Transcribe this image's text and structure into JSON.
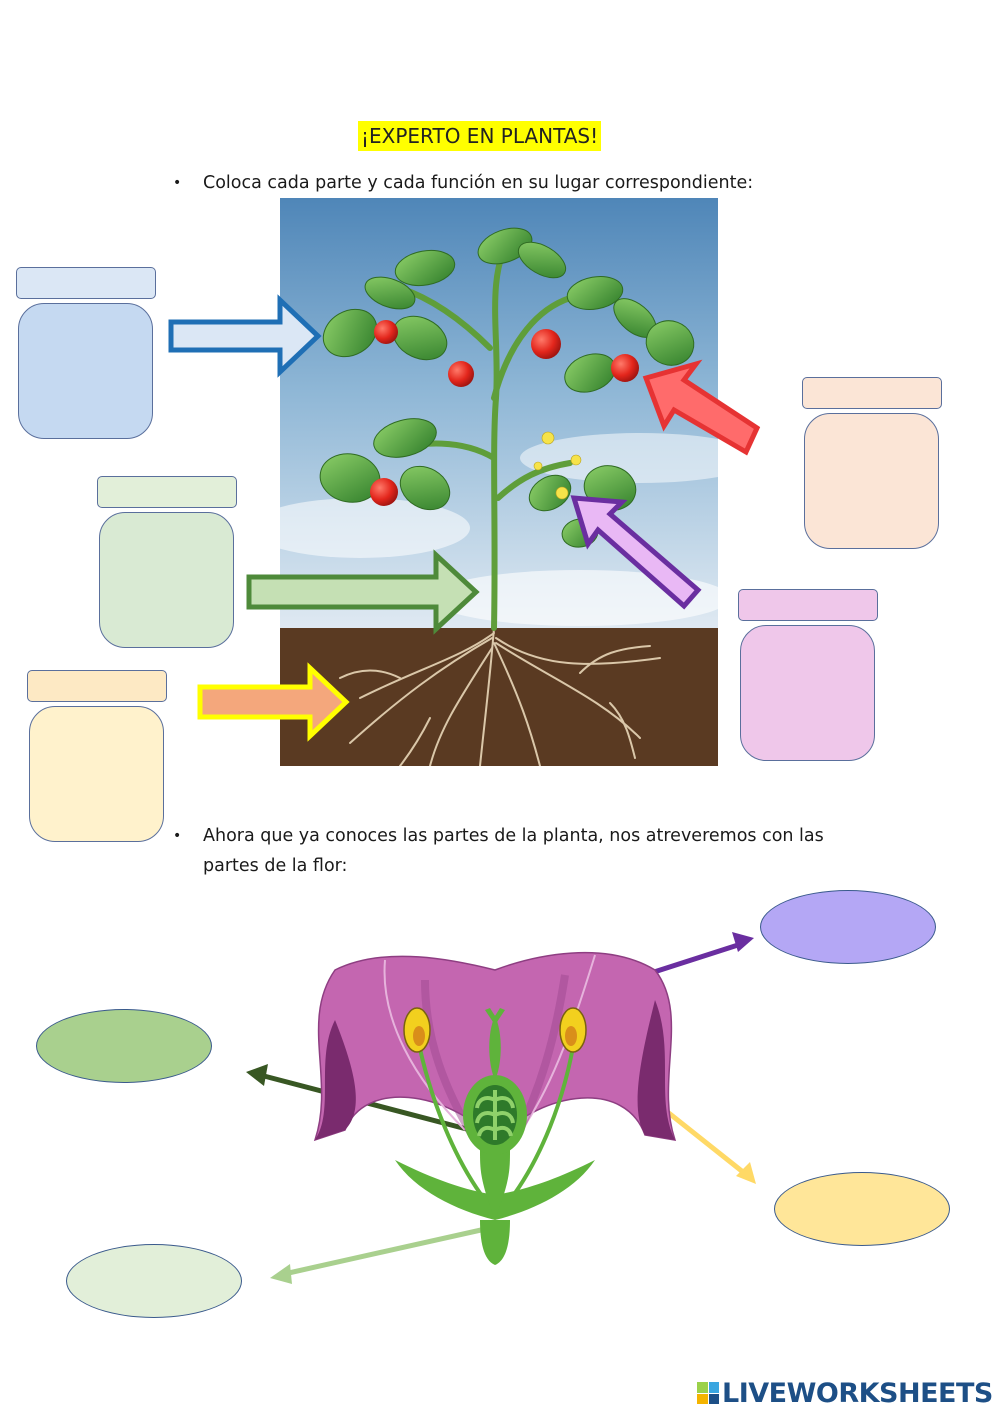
{
  "worksheet": {
    "title": "¡EXPERTO EN PLANTAS!",
    "instruction_1": "Coloca cada parte y cada función en su lugar correspondiente:",
    "instruction_2_line1": "Ahora que ya conoces las partes de la planta, nos atreveremos con las",
    "instruction_2_line2": "partes de la flor:",
    "bullet": "•"
  },
  "drop_zones": {
    "plant_jars": [
      {
        "id": "leaves",
        "color": "#c5d9f1",
        "lid_color": "#dbe7f5",
        "arrow_color": "#1f6fb5"
      },
      {
        "id": "stem",
        "color": "#d9ead3",
        "lid_color": "#e2efd9",
        "arrow_color": "#4e8a3a"
      },
      {
        "id": "roots",
        "color": "#fff2cc",
        "lid_color": "#fde9c4",
        "arrow_color": "#f4a77c"
      },
      {
        "id": "fruit",
        "color": "#fbe5d6",
        "lid_color": "#fbe5d6",
        "arrow_color": "#e63333"
      },
      {
        "id": "flower",
        "color": "#efc7ea",
        "lid_color": "#efc7ea",
        "arrow_color": "#9b4fc7"
      }
    ],
    "flower_ovals": [
      {
        "id": "petal",
        "color": "#b4a7f5",
        "arrow_color": "#6a2ea0"
      },
      {
        "id": "ovary",
        "color": "#a9d08e",
        "arrow_color": "#385723"
      },
      {
        "id": "stamen",
        "color": "#ffe699",
        "arrow_color": "#ffd966"
      },
      {
        "id": "sepal",
        "color": "#e2efd9",
        "arrow_color": "#a9d08e"
      }
    ]
  },
  "brand": {
    "logo_text": "LIVEWORKSHEETS",
    "logo_text_color": "#1d4f86",
    "logo_mark_colors": [
      "#9bd14a",
      "#3aa6e0",
      "#f4b400",
      "#1d4f86"
    ]
  }
}
